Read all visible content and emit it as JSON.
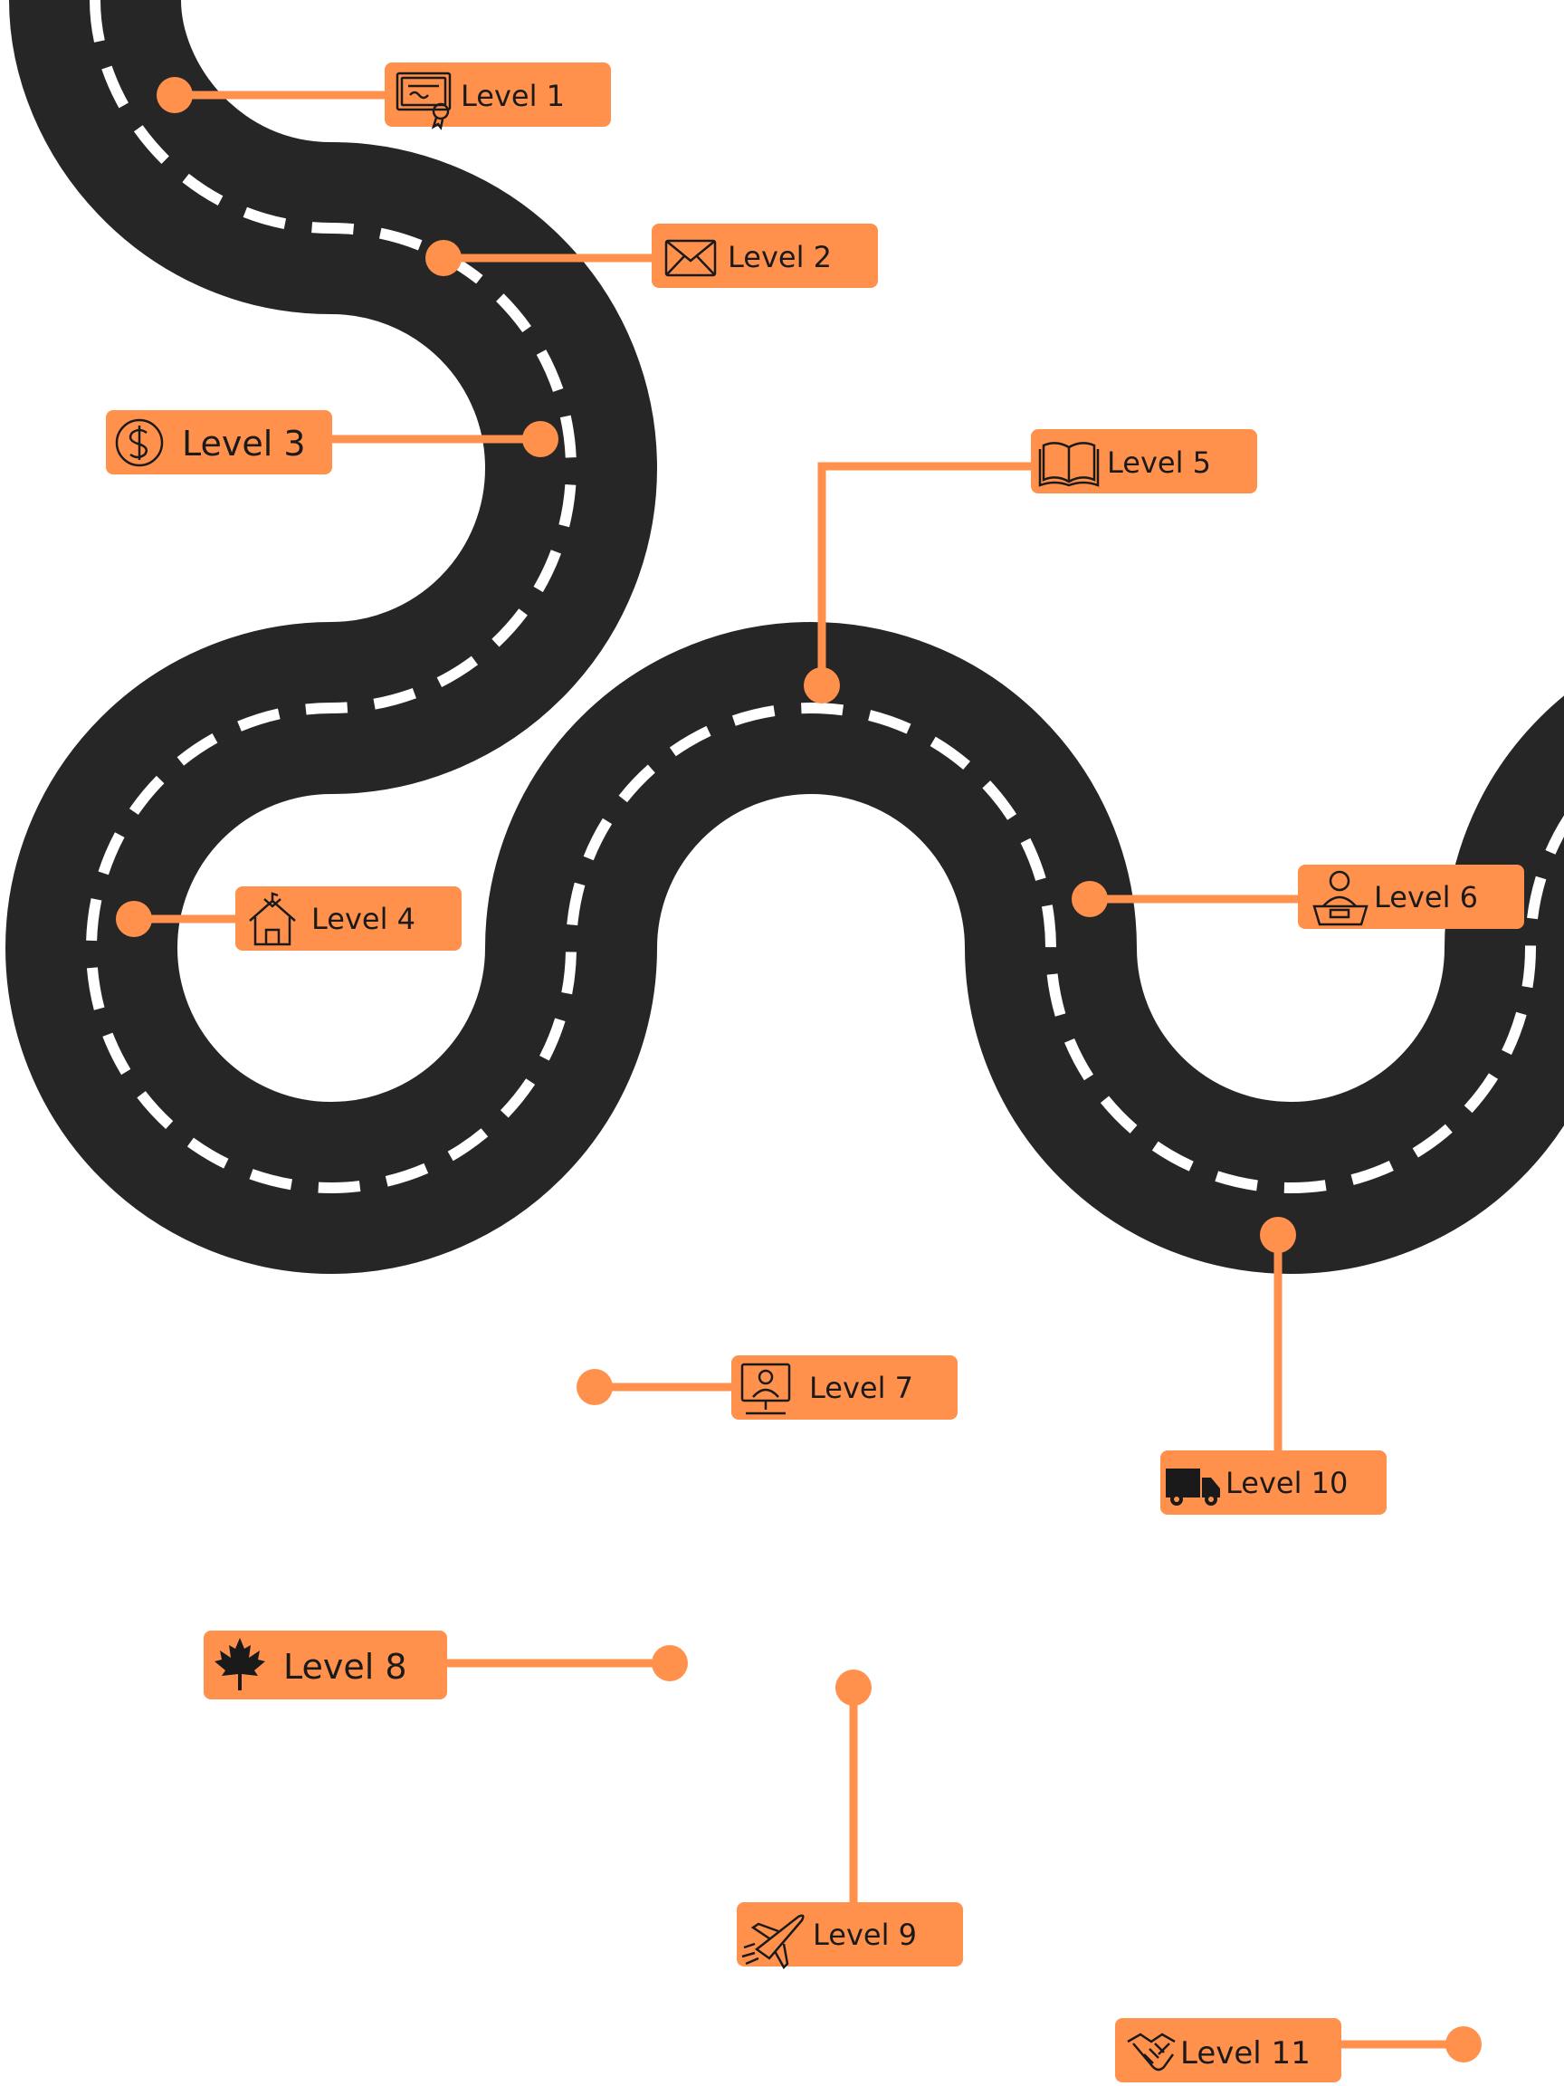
{
  "colors": {
    "road": "#262626",
    "lane": "#ffffff",
    "accent": "#ff914d",
    "icon": "#1a1a1a",
    "background": "#ffffff"
  },
  "levels": [
    {
      "label": "Level 1",
      "icon": "certificate-icon"
    },
    {
      "label": "Level 2",
      "icon": "envelope-icon"
    },
    {
      "label": "Level 3",
      "icon": "dollar-icon"
    },
    {
      "label": "Level 4",
      "icon": "school-house-icon"
    },
    {
      "label": "Level 5",
      "icon": "open-book-icon"
    },
    {
      "label": "Level 6",
      "icon": "person-at-desk-icon"
    },
    {
      "label": "Level 7",
      "icon": "video-call-icon"
    },
    {
      "label": "Level 8",
      "icon": "maple-leaf-icon"
    },
    {
      "label": "Level 9",
      "icon": "airplane-icon"
    },
    {
      "label": "Level 10",
      "icon": "delivery-truck-icon"
    },
    {
      "label": "Level 11",
      "icon": "handshake-icon"
    }
  ]
}
